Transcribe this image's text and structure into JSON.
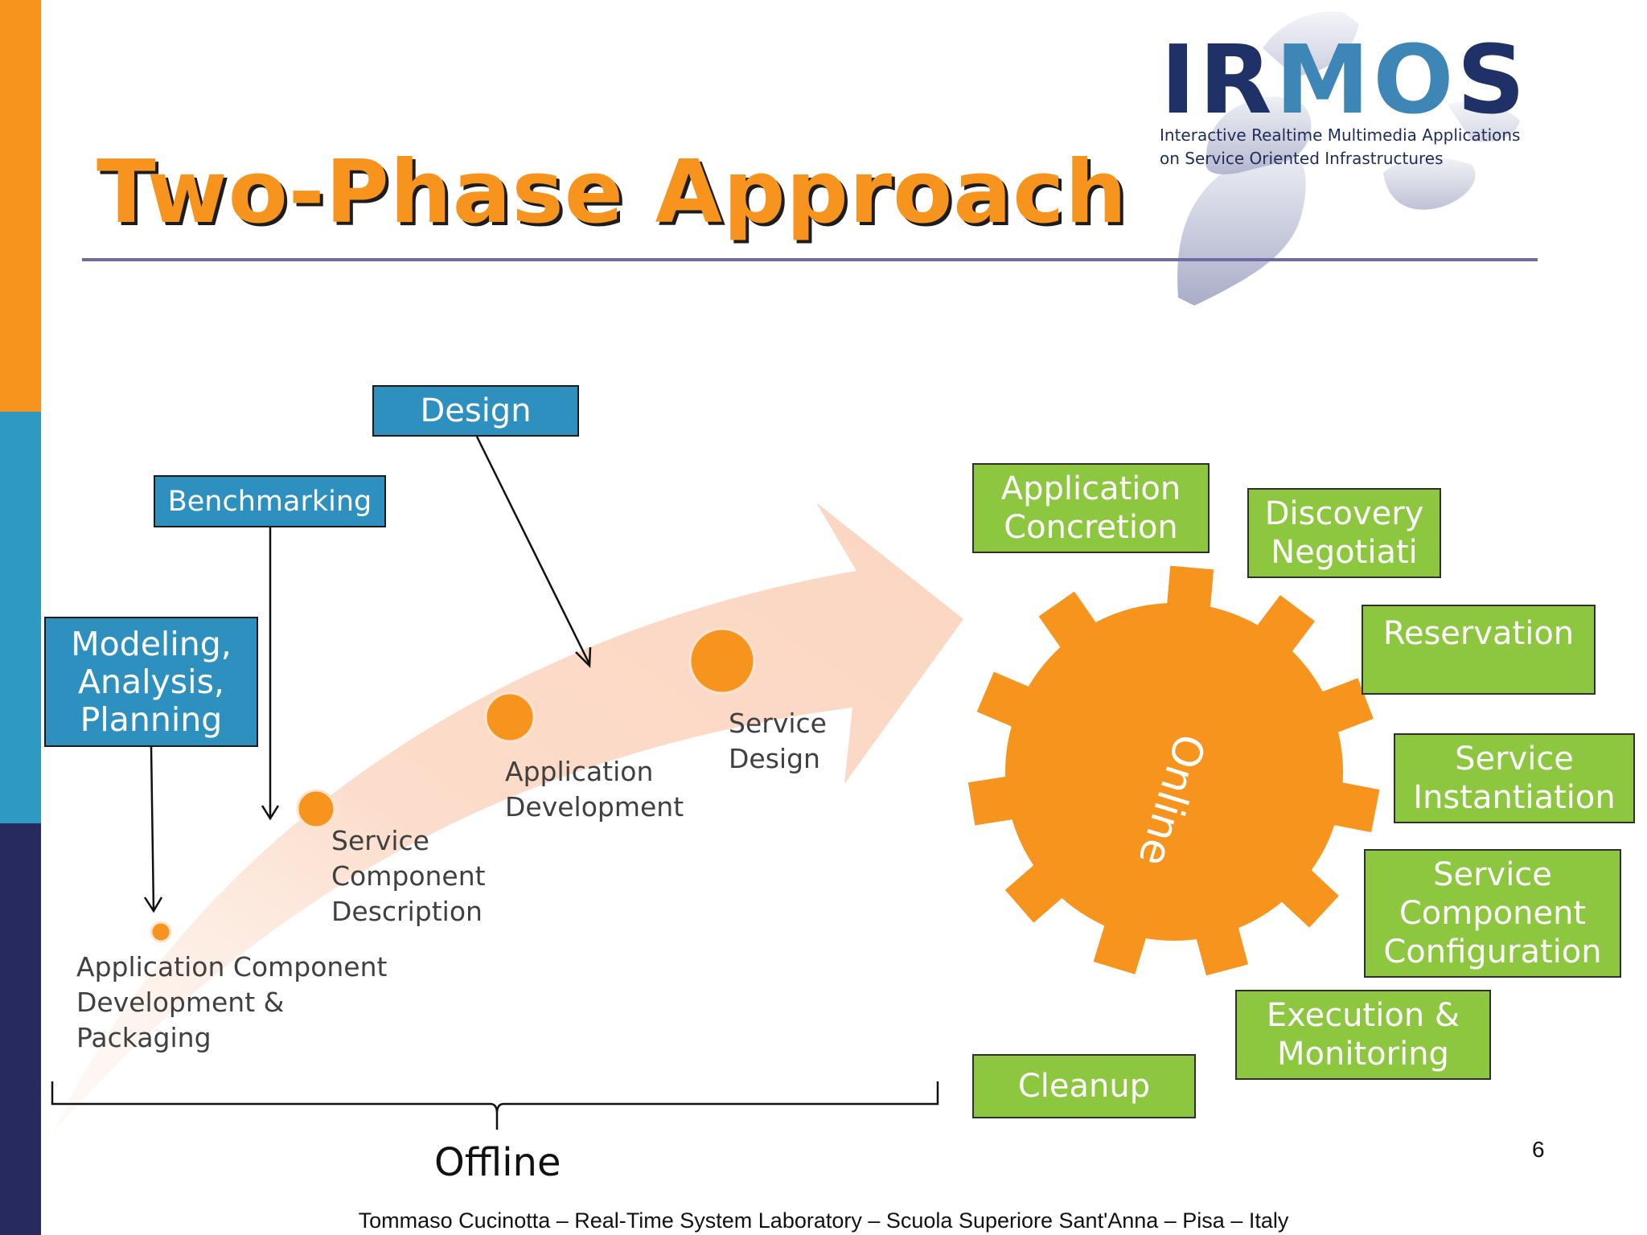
{
  "slide": {
    "title": "Two-Phase Approach",
    "footer": "Tommaso Cucinotta – Real-Time System Laboratory – Scuola Superiore Sant'Anna – Pisa – Italy",
    "page_number": "6"
  },
  "logo": {
    "wordmark_part1": "IR",
    "wordmark_part2": "M",
    "wordmark_part3": "O",
    "wordmark_part4": "S",
    "tagline_line1": "Interactive Realtime Multimedia Applications",
    "tagline_line2": "on Service Oriented Infrastructures"
  },
  "offline": {
    "label": "Offline",
    "activities": [
      {
        "label": "Design"
      },
      {
        "label": "Benchmarking"
      },
      {
        "label": "Modeling,\nAnalysis,\nPlanning"
      }
    ],
    "steps": [
      {
        "label": "Application Component\nDevelopment &\nPackaging"
      },
      {
        "label": "Service\nComponent\nDescription"
      },
      {
        "label": "Application\nDevelopment"
      },
      {
        "label": "Service\nDesign"
      }
    ]
  },
  "online": {
    "label": "Online",
    "activities": [
      {
        "label": "Application\nConcretion"
      },
      {
        "label": "Discovery\nNegotiati"
      },
      {
        "label": "Reservation"
      },
      {
        "label": "Service\nInstantiation"
      },
      {
        "label": "Service\nComponent\nConfiguration"
      },
      {
        "label": "Execution &\nMonitoring"
      },
      {
        "label": "Cleanup"
      }
    ]
  },
  "colors": {
    "accent_orange": "#f7941d",
    "box_blue": "#2e90bf",
    "box_green": "#8dc63f",
    "navy": "#262a5e"
  }
}
